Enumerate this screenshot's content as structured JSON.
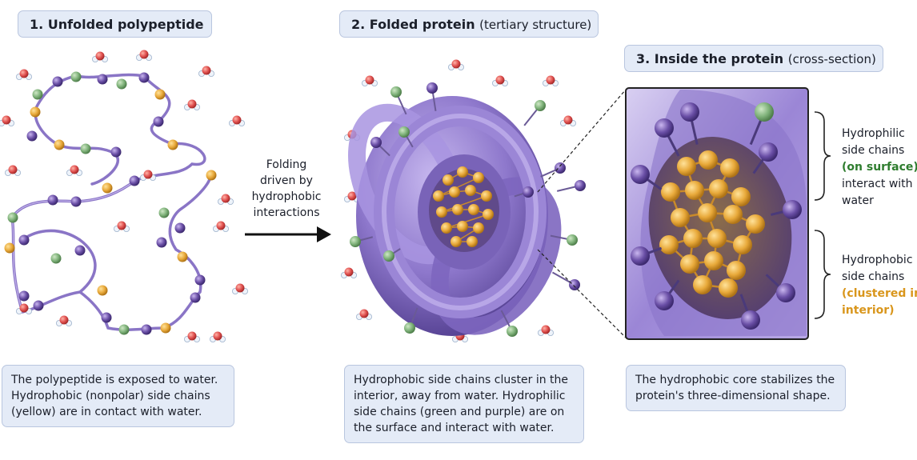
{
  "panel1": {
    "number": "1.",
    "title": "Unfolded polypeptide",
    "caption": [
      "The polypeptide is exposed to water.",
      "Hydrophobic (nonpolar) side chains",
      "(yellow) are in contact with water."
    ]
  },
  "arrow": {
    "label": [
      "Folding",
      "driven by",
      "hydrophobic",
      "interactions"
    ]
  },
  "panel2": {
    "number": "2.",
    "title": "Folded protein",
    "subtitle": "(tertiary structure)",
    "caption": [
      "Hydrophobic side chains cluster in the",
      "interior, away from water. Hydrophilic",
      "side chains (green and purple) are on",
      "the surface and interact with water."
    ]
  },
  "panel3": {
    "number": "3.",
    "title": "Inside the protein",
    "subtitle": "(cross-section)",
    "caption": [
      "The hydrophobic core stabilizes the",
      "protein's three-dimensional shape."
    ],
    "hydrophilic_label": {
      "lines": [
        "Hydrophilic",
        "side chains"
      ],
      "highlight": "(on surface)",
      "rest": [
        "interact with",
        "water"
      ]
    },
    "hydrophobic_label": {
      "lines": [
        "Hydrophobic",
        "side chains"
      ],
      "highlight": [
        "(clustered in",
        "interior)"
      ]
    }
  },
  "colors": {
    "hydrophobic": "#e8a93a",
    "hydrophilic_green": "#7fb27a",
    "hydrophilic_purple": "#6a4fa6",
    "protein": "#8e78cc",
    "water_oxygen": "#e0504f",
    "water_hydrogen": "#e8eef6",
    "panel_bg": "#e4ebf7"
  }
}
